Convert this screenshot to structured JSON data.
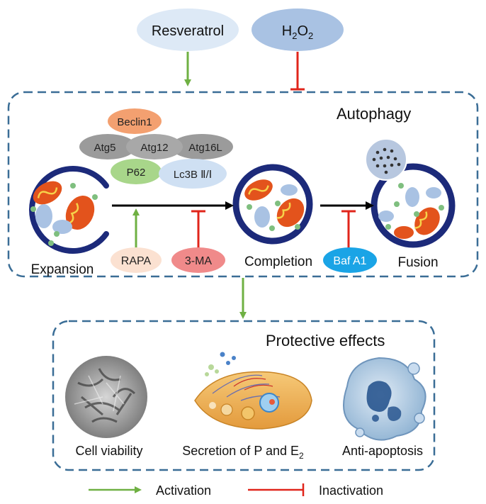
{
  "top_inputs": {
    "resveratrol": "Resveratrol",
    "h2o2_base": "H",
    "h2o2_sub1": "2",
    "h2o2_mid": "O",
    "h2o2_sub2": "2"
  },
  "autophagy": {
    "title": "Autophagy",
    "proteins": {
      "beclin1": "Beclin1",
      "atg5": "Atg5",
      "atg12": "Atg12",
      "atg16l": "Atg16L",
      "p62": "P62",
      "lc3b": "Lc3B Ⅱ/Ⅰ"
    },
    "stages": {
      "expansion": "Expansion",
      "completion": "Completion",
      "fusion": "Fusion"
    },
    "modulators": {
      "rapa": "RAPA",
      "three_ma": "3-MA",
      "baf_a1": "Baf A1"
    }
  },
  "protective": {
    "title": "Protective effects",
    "items": {
      "cell_viability": "Cell viability",
      "secretion_base": "Secretion of P and E",
      "secretion_sub": "2",
      "anti_apoptosis": "Anti-apoptosis"
    }
  },
  "legend": {
    "activation": "Activation",
    "inactivation": "Inactivation"
  },
  "colors": {
    "activation": "#6fb043",
    "inactivation": "#e0251b",
    "dashed_border": "#3a6d96",
    "membrane": "#1c2a7a",
    "mitochondria": "#e3531c"
  }
}
